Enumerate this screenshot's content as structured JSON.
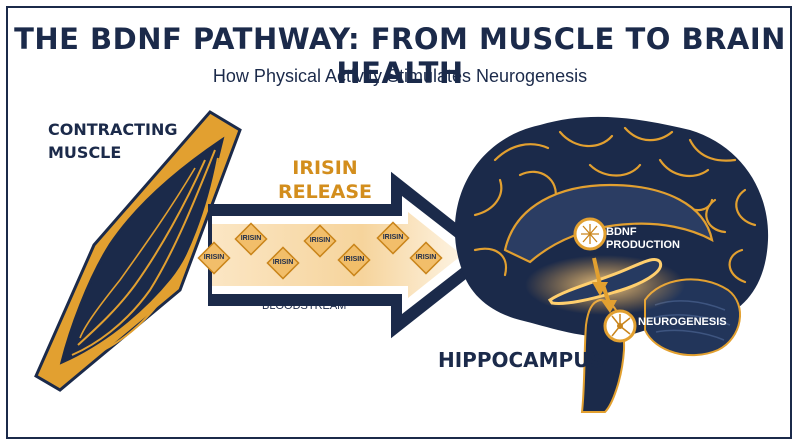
{
  "title": "THE BDNF PATHWAY: FROM MUSCLE TO BRAIN HEALTH",
  "subtitle": "How Physical Activity Stimulates Neurogenesis",
  "muscle": {
    "label_line1": "CONTRACTING",
    "label_line2": "MUSCLE"
  },
  "arrow": {
    "label_line1": "IRISIN",
    "label_line2": "RELEASE",
    "bloodstream_label": "BLOODSTREAM"
  },
  "irisin_molecules": [
    "IRISIN",
    "IRISIN",
    "IRISIN",
    "IRISIN",
    "IRISIN",
    "IRISIN",
    "IRISIN"
  ],
  "brain": {
    "hippocampus_label": "HIPPOCAMPUS",
    "bdnf_line1": "BDNF",
    "bdnf_line2": "PRODUCTION",
    "neurogenesis_label": "NEUROGENESIS"
  },
  "colors": {
    "navy": "#1b2a4a",
    "gold": "#e2a030",
    "amber_text": "#d38e1d",
    "white": "#ffffff"
  }
}
